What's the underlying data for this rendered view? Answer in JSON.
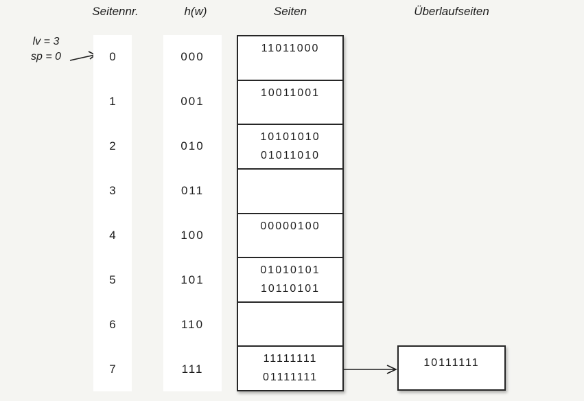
{
  "colors": {
    "background": "#f5f5f2",
    "panel": "#ffffff",
    "border": "#262626",
    "ink": "#1c1c1c"
  },
  "headers": {
    "page_no": "Seitennr.",
    "hash": "h(w)",
    "pages": "Seiten",
    "overflow": "Überlaufseiten"
  },
  "annotation": {
    "line1": "lv = 3",
    "line2": "sp = 0"
  },
  "rows": [
    {
      "page_no": "0",
      "hash": "000",
      "values": [
        "11011000"
      ]
    },
    {
      "page_no": "1",
      "hash": "001",
      "values": [
        "10011001"
      ]
    },
    {
      "page_no": "2",
      "hash": "010",
      "values": [
        "10101010",
        "01011010"
      ]
    },
    {
      "page_no": "3",
      "hash": "011",
      "values": []
    },
    {
      "page_no": "4",
      "hash": "100",
      "values": [
        "00000100"
      ]
    },
    {
      "page_no": "5",
      "hash": "101",
      "values": [
        "01010101",
        "10110101"
      ]
    },
    {
      "page_no": "6",
      "hash": "110",
      "values": []
    },
    {
      "page_no": "7",
      "hash": "111",
      "values": [
        "11111111",
        "01111111"
      ]
    }
  ],
  "overflow_page": {
    "value": "10111111",
    "linked_page_no": "7"
  }
}
